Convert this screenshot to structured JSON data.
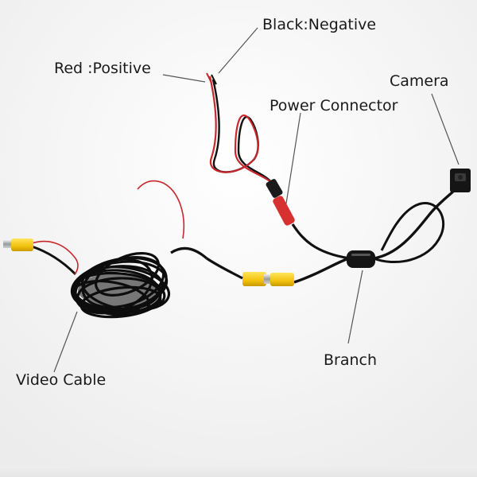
{
  "labels": {
    "black_negative": "Black:Negative",
    "red_positive": "Red :Positive",
    "camera": "Camera",
    "power_connector": "Power Connector",
    "branch": "Branch",
    "video_cable": "Video Cable"
  },
  "colors": {
    "background": "#f7f7f7",
    "cable_black": "#111111",
    "wire_red": "#c8282d",
    "connector_yellow": "#f0c818",
    "connector_red": "#d63030",
    "leader_line": "#555555"
  }
}
